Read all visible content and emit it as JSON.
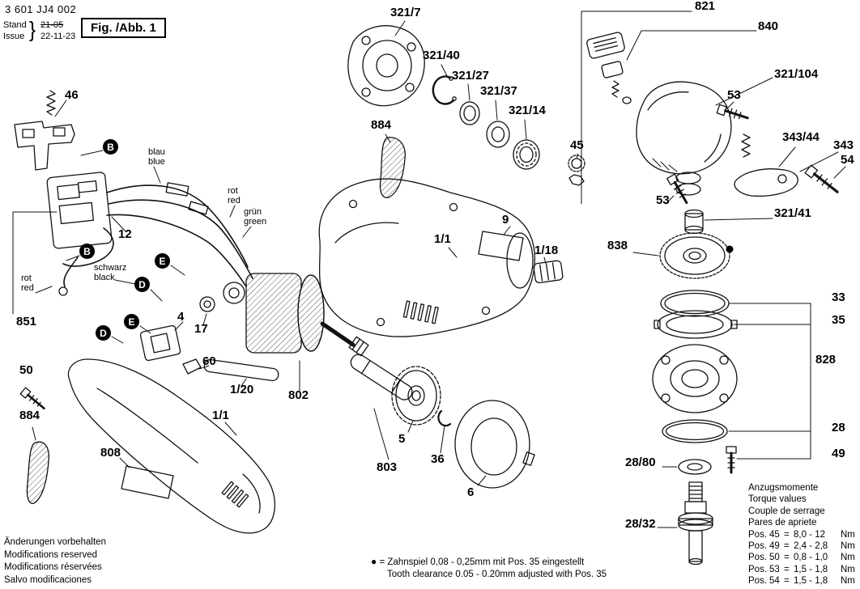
{
  "header": {
    "part_number": "3 601 JJ4 002",
    "stand_label": "Stand",
    "stand_value": "21-05",
    "issue_label": "Issue",
    "issue_value": "22-11-23",
    "brace": "}",
    "figure_label": "Fig. /Abb. 1"
  },
  "callouts": {
    "c46": "46",
    "c12": "12",
    "c851": "851",
    "c4": "4",
    "c17": "17",
    "c60": "60",
    "c50": "50",
    "c884_left": "884",
    "c1_20": "1/20",
    "c802": "802",
    "c808": "808",
    "c1_1_left": "1/1",
    "c884_mid": "884",
    "c321_7": "321/7",
    "c321_40": "321/40",
    "c321_27": "321/27",
    "c321_37": "321/37",
    "c321_14": "321/14",
    "c45": "45",
    "c9": "9",
    "c1_1_center": "1/1",
    "c1_18": "1/18",
    "c5": "5",
    "c36": "36",
    "c803": "803",
    "c6": "6",
    "c821": "821",
    "c840": "840",
    "c321_104": "321/104",
    "c53_top": "53",
    "c343_44": "343/44",
    "c343": "343",
    "c54": "54",
    "c53_left": "53",
    "c321_41": "321/41",
    "c838": "838",
    "c33": "33",
    "c35": "35",
    "c828": "828",
    "c28": "28",
    "c49": "49",
    "c28_80": "28/80",
    "c28_32": "28/32"
  },
  "markers": {
    "b1": "B",
    "b2": "B",
    "d1": "D",
    "d2": "D",
    "e1": "E",
    "e2": "E"
  },
  "wire_labels": {
    "blau": {
      "de": "blau",
      "en": "blue"
    },
    "rot_mid": {
      "de": "rot",
      "en": "red"
    },
    "gruen": {
      "de": "grün",
      "en": "green"
    },
    "schwarz": {
      "de": "schwarz",
      "en": "black"
    },
    "rot_left": {
      "de": "rot",
      "en": "red"
    }
  },
  "legend": {
    "dot": "●",
    "equals": "=",
    "note_de": "Zahnspiel 0,08 - 0,25mm mit Pos. 35 eingestellt",
    "note_en": "Tooth clearance 0.05 - 0.20mm adjusted with Pos. 35"
  },
  "footer_left": {
    "lines": [
      "Änderungen vorbehalten",
      "Modifications reserved",
      "Modifications réservées",
      "Salvo modificaciones"
    ]
  },
  "torque": {
    "titles": [
      "Anzugsmomente",
      "Torque values",
      "Couple de serrage",
      "Pares de apriete"
    ],
    "rows": [
      {
        "pos": "Pos.",
        "num": "45",
        "eq": "=",
        "value": "8,0 - 12",
        "unit": "Nm"
      },
      {
        "pos": "Pos.",
        "num": "49",
        "eq": "=",
        "value": "2,4 - 2,8",
        "unit": "Nm"
      },
      {
        "pos": "Pos.",
        "num": "50",
        "eq": "=",
        "value": "0,8 - 1,0",
        "unit": "Nm"
      },
      {
        "pos": "Pos.",
        "num": "53",
        "eq": "=",
        "value": "1,5 - 1,8",
        "unit": "Nm"
      },
      {
        "pos": "Pos.",
        "num": "54",
        "eq": "=",
        "value": "1,5 - 1,8",
        "unit": "Nm"
      }
    ]
  }
}
